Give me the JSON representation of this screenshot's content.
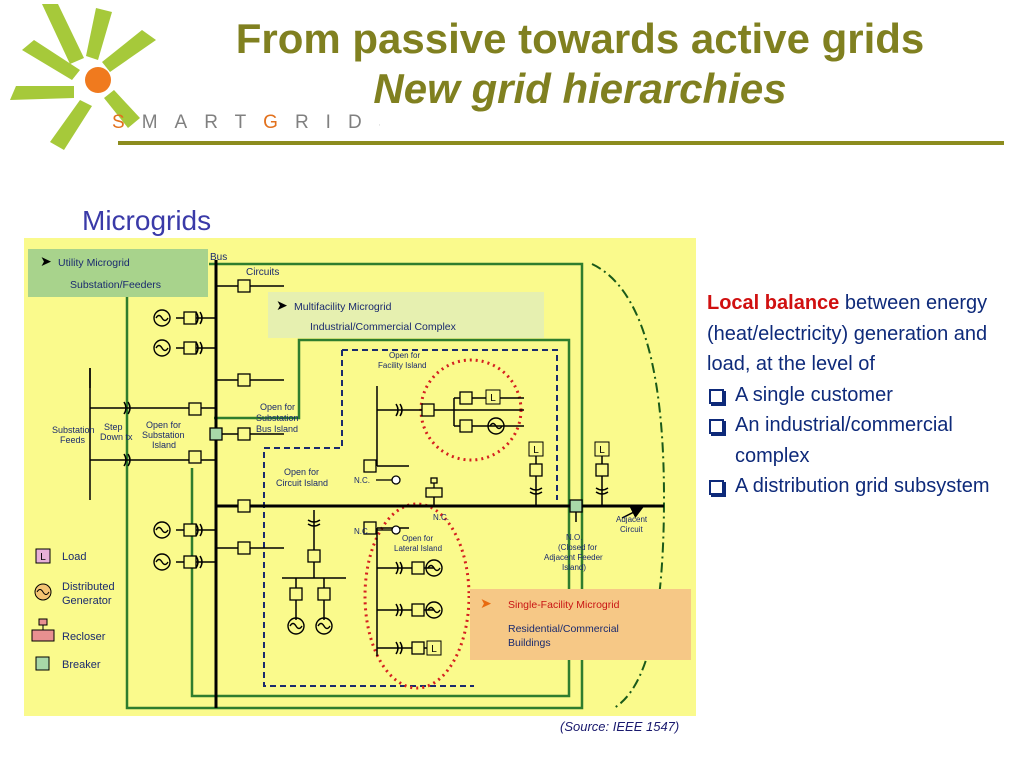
{
  "logo": {
    "text": "SMARTGRIDS",
    "icon": "smartgrids-sunburst-logo",
    "colors": {
      "leaf": "#a6c93a",
      "sun": "#f07a1e",
      "text": "#808080",
      "accent": "#e2711d"
    }
  },
  "header": {
    "title": "From passive towards active grids",
    "subtitle": "New grid hierarchies"
  },
  "section": {
    "title": "Microgrids"
  },
  "diagram": {
    "boxes": {
      "utility": {
        "title": "Utility Microgrid",
        "subtitle": "Substation/Feeders"
      },
      "multifacility": {
        "title": "Multifacility Microgrid",
        "subtitle": "Industrial/Commercial Complex"
      },
      "single": {
        "title": "Single-Facility Microgrid",
        "subtitle_1": "Residential/Commercial",
        "subtitle_2": "Buildings"
      }
    },
    "labels": {
      "bus": "Bus",
      "circuits": "Circuits",
      "substation_feeds_1": "Substation",
      "substation_feeds_2": "Feeds",
      "step_down_1": "Step",
      "step_down_2": "Down tx",
      "open_substation_1": "Open for",
      "open_substation_2": "Substation",
      "open_substation_3": "Island",
      "open_bus_1": "Open for",
      "open_bus_2": "Substation",
      "open_bus_3": "Bus Island",
      "open_facility_1": "Open for",
      "open_facility_2": "Facility Island",
      "open_circuit_1": "Open for",
      "open_circuit_2": "Circuit Island",
      "nc_1": "N.C.",
      "nc_2": "N.C.",
      "nc_3": "N.C.",
      "open_lateral_1": "Open for",
      "open_lateral_2": "Lateral Island",
      "no_1": "N.O.",
      "no_2": "(Closed for",
      "no_3": "Adjacent Feeder",
      "no_4": "Island)",
      "adjacent_1": "Adjacent",
      "adjacent_2": "Circuit",
      "load_symbol": "L"
    },
    "legend": [
      {
        "icon": "load-icon",
        "symbol": "L",
        "label": "Load"
      },
      {
        "icon": "generator-icon",
        "label_1": "Distributed",
        "label_2": "Generator"
      },
      {
        "icon": "recloser-icon",
        "label": "Recloser"
      },
      {
        "icon": "breaker-icon",
        "label": "Breaker"
      }
    ]
  },
  "source": "(Source: IEEE 1547)",
  "body_text": {
    "highlight": "Local balance",
    "rest": " between energy (heat/electricity) generation and load, at the level of",
    "bullets": [
      "A single customer",
      "An industrial/commercial complex",
      "A distribution grid subsystem"
    ]
  }
}
